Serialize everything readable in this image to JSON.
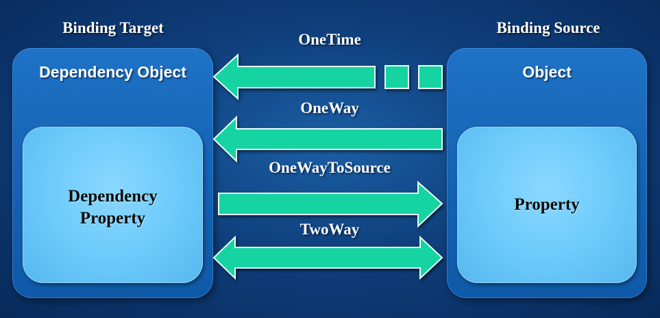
{
  "headings": {
    "target": "Binding Target",
    "source": "Binding Source"
  },
  "target_panel": {
    "title": "Dependency Object",
    "inner_label": "Dependency\nProperty"
  },
  "source_panel": {
    "title": "Object",
    "inner_label": "Property"
  },
  "modes": {
    "one_time": "OneTime",
    "one_way": "OneWay",
    "one_way_to_source": "OneWayToSource",
    "two_way": "TwoWay"
  },
  "colors": {
    "background": "#0f3f7c",
    "panel": "#1462b3",
    "inner_box": "#6ecbfb",
    "arrow": "#19d3a2",
    "text_light": "#ffffff",
    "text_dark": "#0a0a0a"
  }
}
